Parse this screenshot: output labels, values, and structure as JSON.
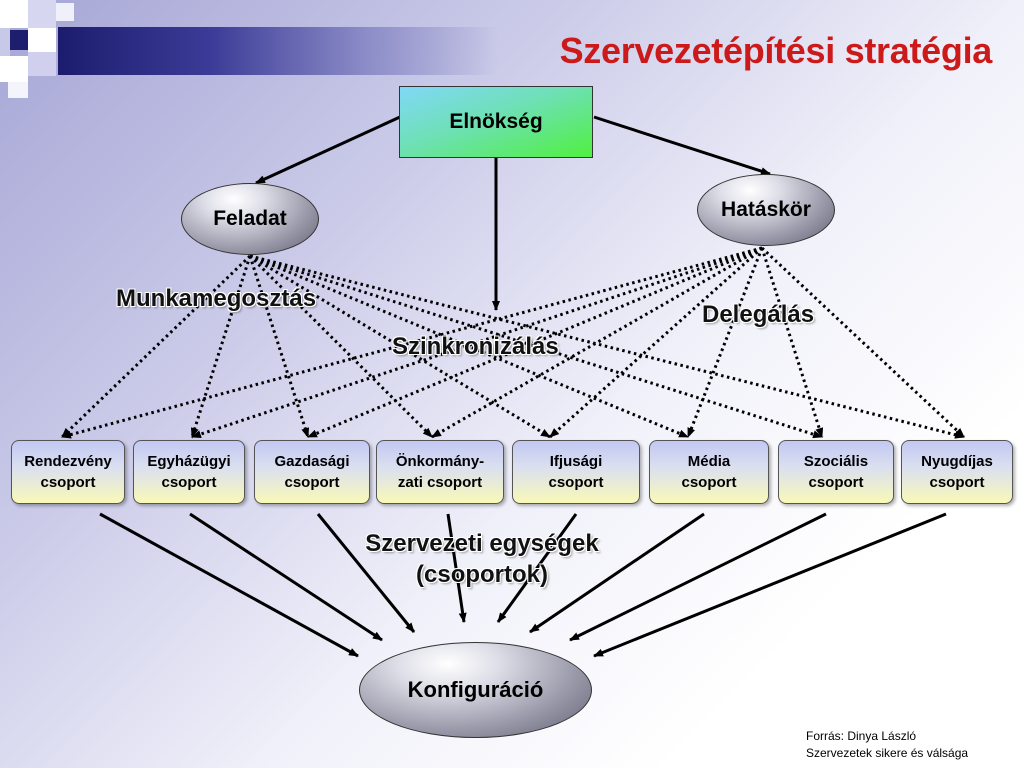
{
  "title": "Szervezetépítési stratégia",
  "nodes": {
    "elnokseg": "Elnökség",
    "feladat": "Feladat",
    "hataskor": "Hatáskör",
    "konfiguracio": "Konfiguráció"
  },
  "groups": [
    {
      "line1": "Rendezvény",
      "line2": "csoport"
    },
    {
      "line1": "Egyházügyi",
      "line2": "csoport"
    },
    {
      "line1": "Gazdasági",
      "line2": "csoport"
    },
    {
      "line1": "Önkormány-",
      "line2": "zati csoport"
    },
    {
      "line1": "Ifjusági",
      "line2": "csoport"
    },
    {
      "line1": "Média",
      "line2": "csoport"
    },
    {
      "line1": "Szociális",
      "line2": "csoport"
    },
    {
      "line1": "Nyugdíjas",
      "line2": "csoport"
    }
  ],
  "labels": {
    "munkamegosztas": "Munkamegosztás",
    "szinkronizalas": "Szinkronizálás",
    "delegalas": "Delegálás",
    "egysegek_line1": "Szervezeti egységek",
    "egysegek_line2": "(csoportok)"
  },
  "source": {
    "line1": "Forrás: Dinya László",
    "line2": "Szervezetek sikere és válsága"
  },
  "colors": {
    "title": "#cc1a1a",
    "elnokseg_top": "#80d8f8",
    "elnokseg_bottom": "#50f040",
    "group_top": "#c2c8f2",
    "group_bottom": "#f9f9b8"
  }
}
